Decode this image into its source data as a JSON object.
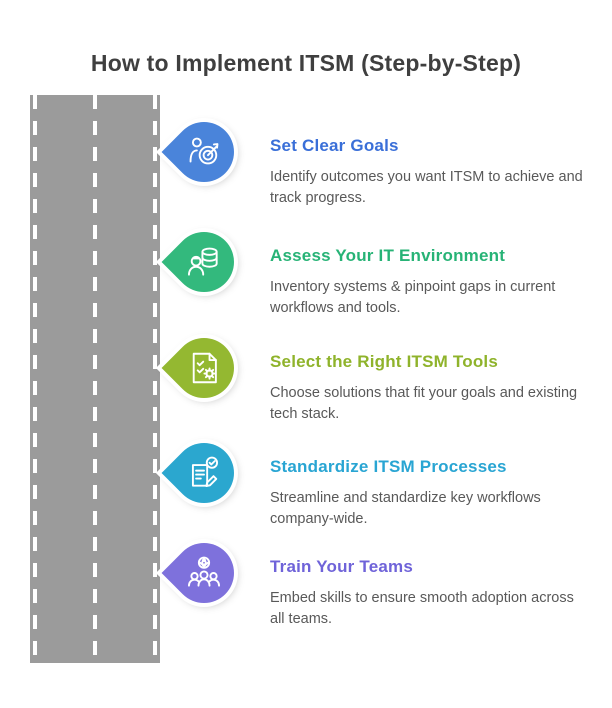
{
  "page": {
    "title": "How to Implement ITSM (Step-by-Step)"
  },
  "colors": {
    "title_text": "#3f3f3f",
    "description_text": "#595959",
    "road": "#9b9b9b",
    "lane_line": "#ffffff"
  },
  "steps": [
    {
      "title": "Set Clear Goals",
      "description": "Identify outcomes you want ITSM to achieve and track progress.",
      "accent": "#3a6fd8",
      "icon_bg": "#4a84da",
      "icon": "person-target-icon"
    },
    {
      "title": "Assess Your IT Environment",
      "description": "Inventory systems & pinpoint gaps in current workflows and tools.",
      "accent": "#27b376",
      "icon_bg": "#33b97d",
      "icon": "person-database-icon"
    },
    {
      "title": "Select the Right ITSM Tools",
      "description": "Choose solutions that fit your goals and existing tech stack.",
      "accent": "#8fb32b",
      "icon_bg": "#94b831",
      "icon": "checklist-gear-icon"
    },
    {
      "title": "Standardize ITSM Processes",
      "description": "Streamline and standardize key workflows company-wide.",
      "accent": "#29a5d3",
      "icon_bg": "#2ba7cf",
      "icon": "document-pen-icon"
    },
    {
      "title": "Train Your Teams",
      "description": "Embed skills to ensure smooth adoption across all teams.",
      "accent": "#6f63d9",
      "icon_bg": "#7e71dc",
      "icon": "team-gear-icon"
    }
  ]
}
